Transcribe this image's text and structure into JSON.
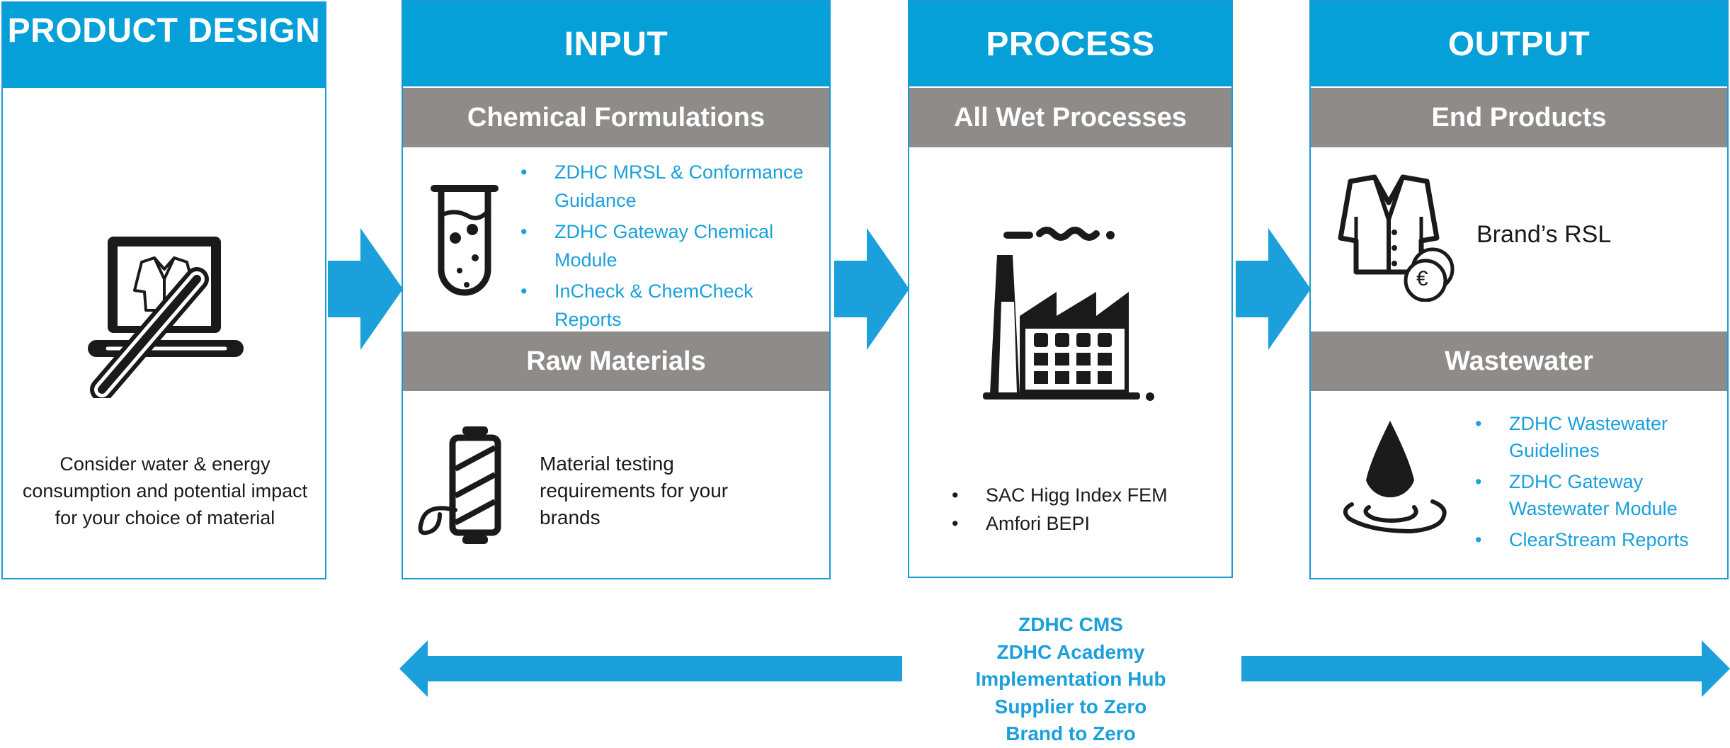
{
  "columns": {
    "product_design": {
      "title": "PRODUCT DESIGN",
      "text": "Consider water & energy consumption and potential impact for your choice of material"
    },
    "input": {
      "title": "INPUT",
      "chemical": {
        "subtitle": "Chemical Formulations",
        "items": [
          "ZDHC MRSL & Conformance Guidance",
          "ZDHC Gateway Chemical Module",
          "InCheck & ChemCheck Reports"
        ]
      },
      "raw": {
        "subtitle": "Raw Materials",
        "text": "Material testing requirements for your brands"
      }
    },
    "process": {
      "title": "PROCESS",
      "subtitle": "All Wet Processes",
      "items": [
        "SAC Higg Index FEM",
        "Amfori BEPI"
      ]
    },
    "output": {
      "title": "OUTPUT",
      "end_products": {
        "subtitle": "End Products",
        "text": "Brand’s RSL",
        "currency_symbol": "€"
      },
      "wastewater": {
        "subtitle": "Wastewater",
        "items": [
          "ZDHC Wastewater Guidelines",
          "ZDHC Gateway Wastewater Module",
          "ClearStream Reports"
        ]
      }
    }
  },
  "tools": [
    "ZDHC CMS",
    "ZDHC Academy",
    "Implementation Hub",
    "Supplier to Zero",
    "Brand to Zero"
  ],
  "icons": [
    "laptop-jacket-icon",
    "test-tube-icon",
    "thread-spool-icon",
    "factory-icon",
    "jacket-price-icon",
    "water-drop-icon"
  ],
  "colors": {
    "header_blue": "#06a0d8",
    "subheader_gray": "#8e8b89",
    "link_blue": "#1ba0db",
    "icon_dark": "#1a1a1a"
  }
}
